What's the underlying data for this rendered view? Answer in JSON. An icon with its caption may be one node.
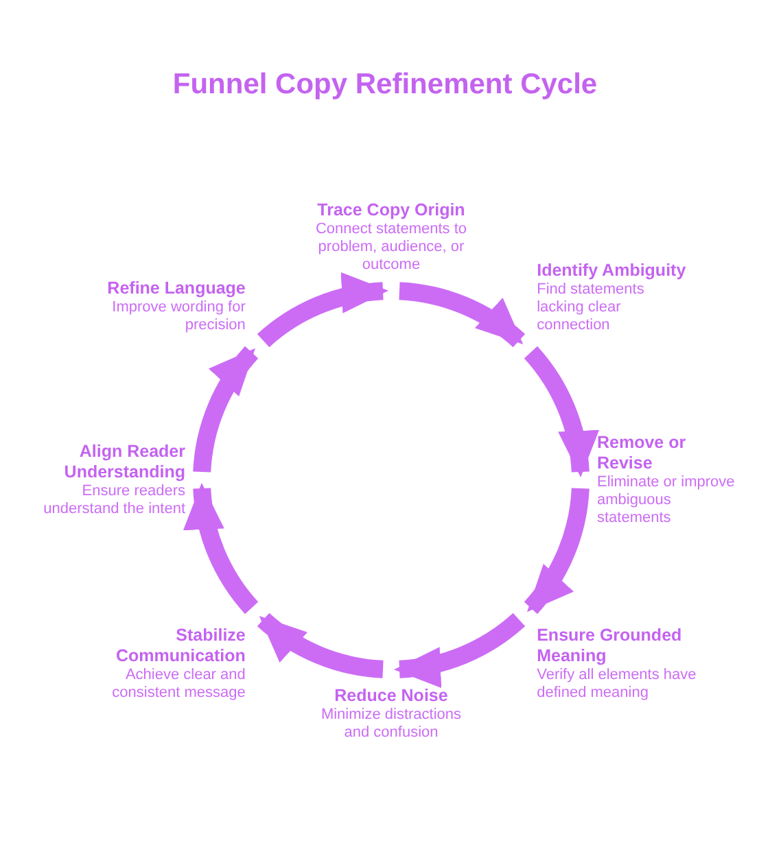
{
  "diagram": {
    "title": "Funnel Copy Refinement Cycle",
    "nodes": [
      {
        "text": [
          "Trace Copy Origin",
          "Connect statements to problem, audience, or outcome"
        ]
      },
      {
        "text": [
          "Identify Ambiguity",
          "Find statements lacking clear connection"
        ]
      },
      {
        "text": [
          "Remove or Revise",
          "Eliminate or improve ambiguous statements"
        ]
      },
      {
        "text": [
          "Ensure Grounded Meaning",
          "Verify all elements have defined meaning"
        ]
      },
      {
        "text": [
          "Reduce Noise",
          "Minimize distractions and confusion"
        ]
      },
      {
        "text": [
          "Stabilize Communication",
          "Achieve clear and consistent message"
        ]
      },
      {
        "text": [
          "Align Reader Understanding",
          "Ensure readers understand the intent"
        ]
      },
      {
        "text": [
          "Refine Language",
          "Improve wording for precision"
        ]
      }
    ],
    "edges": [
      {
        "from": 0,
        "to": 1,
        "arrow": "to"
      },
      {
        "from": 1,
        "to": 2,
        "arrow": "to"
      },
      {
        "from": 2,
        "to": 3,
        "arrow": "to"
      },
      {
        "from": 3,
        "to": 4,
        "arrow": "to"
      },
      {
        "from": 4,
        "to": 5,
        "arrow": "to"
      },
      {
        "from": 5,
        "to": 6,
        "arrow": "to"
      },
      {
        "from": 6,
        "to": 7,
        "arrow": "to"
      },
      {
        "from": 7,
        "to": 0,
        "arrow": "to"
      }
    ]
  }
}
